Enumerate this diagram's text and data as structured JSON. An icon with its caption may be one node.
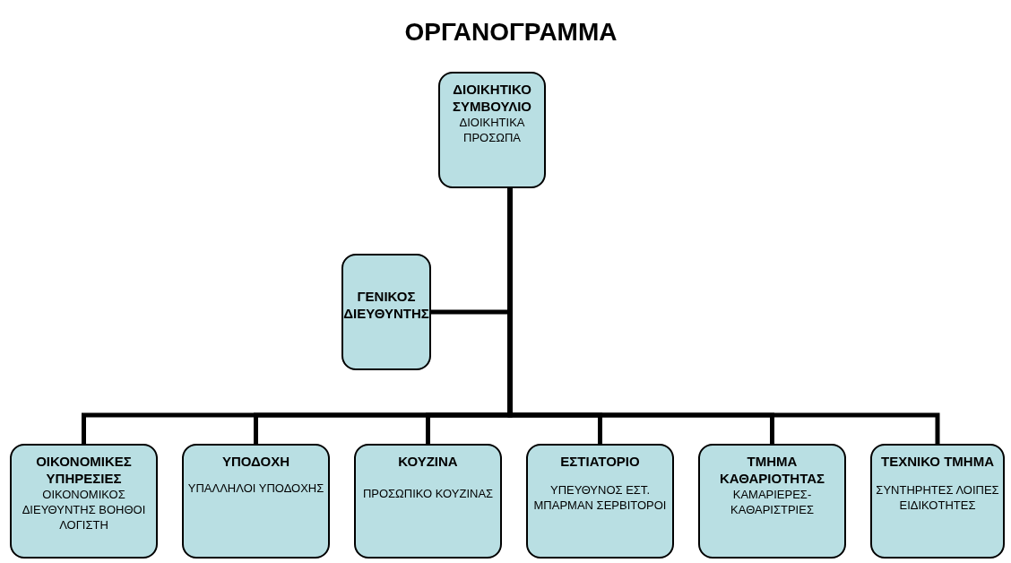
{
  "diagram": {
    "title": "ΟΡΓΑΝΟΓΡΑΜΜΑ",
    "nodes": [
      {
        "text": [
          "ΔΙΟΙΚΗΤΙΚΟ ΣΥΜΒΟΥΛΙΟ",
          "ΔΙΟΙΚΗΤΙΚΑ ΠΡΟΣΩΠΑ"
        ]
      },
      {
        "text": [
          "ΓΕΝΙΚΟΣ ΔΙΕΥΘΥΝΤΗΣ"
        ]
      },
      {
        "text": [
          "ΟΙΚΟΝΟΜΙΚΕΣ ΥΠΗΡΕΣΙΕΣ",
          "ΟΙΚΟΝΟΜΙΚΟΣ ΔΙΕΥΘΥΝΤΗΣ ΒΟΗΘΟΙ ΛΟΓΙΣΤΗ"
        ]
      },
      {
        "text": [
          "ΥΠΟΔΟΧΗ",
          "ΥΠΑΛΛΗΛΟΙ ΥΠΟΔΟΧΗΣ"
        ]
      },
      {
        "text": [
          "ΚΟΥΖΙΝΑ",
          "ΠΡΟΣΩΠΙΚΟ ΚΟΥΖΙΝΑΣ"
        ]
      },
      {
        "text": [
          "ΕΣΤΙΑΤΟΡΙΟ",
          "ΥΠΕΥΘΥΝΟΣ ΕΣΤ. ΜΠΑΡΜΑΝ ΣΕΡΒΙΤΟΡΟΙ"
        ]
      },
      {
        "text": [
          "ΤΜΗΜΑ ΚΑΘΑΡΙΟΤΗΤΑΣ",
          "ΚΑΜΑΡΙΕΡΕΣ-ΚΑΘΑΡΙΣΤΡΙΕΣ"
        ]
      },
      {
        "text": [
          "ΤΕΧΝΙΚΟ ΤΜΗΜΑ",
          "ΣΥΝΤΗΡΗΤΕΣ ΛΟΙΠΕΣ ΕΙΔΙΚΟΤΗΤΕΣ"
        ]
      }
    ],
    "edges": [
      {
        "from": 0,
        "to": 1,
        "arrow": "none"
      },
      {
        "from": 0,
        "to": 2,
        "arrow": "none"
      },
      {
        "from": 0,
        "to": 3,
        "arrow": "none"
      },
      {
        "from": 0,
        "to": 4,
        "arrow": "none"
      },
      {
        "from": 0,
        "to": 5,
        "arrow": "none"
      },
      {
        "from": 0,
        "to": 6,
        "arrow": "none"
      },
      {
        "from": 0,
        "to": 7,
        "arrow": "none"
      }
    ]
  }
}
